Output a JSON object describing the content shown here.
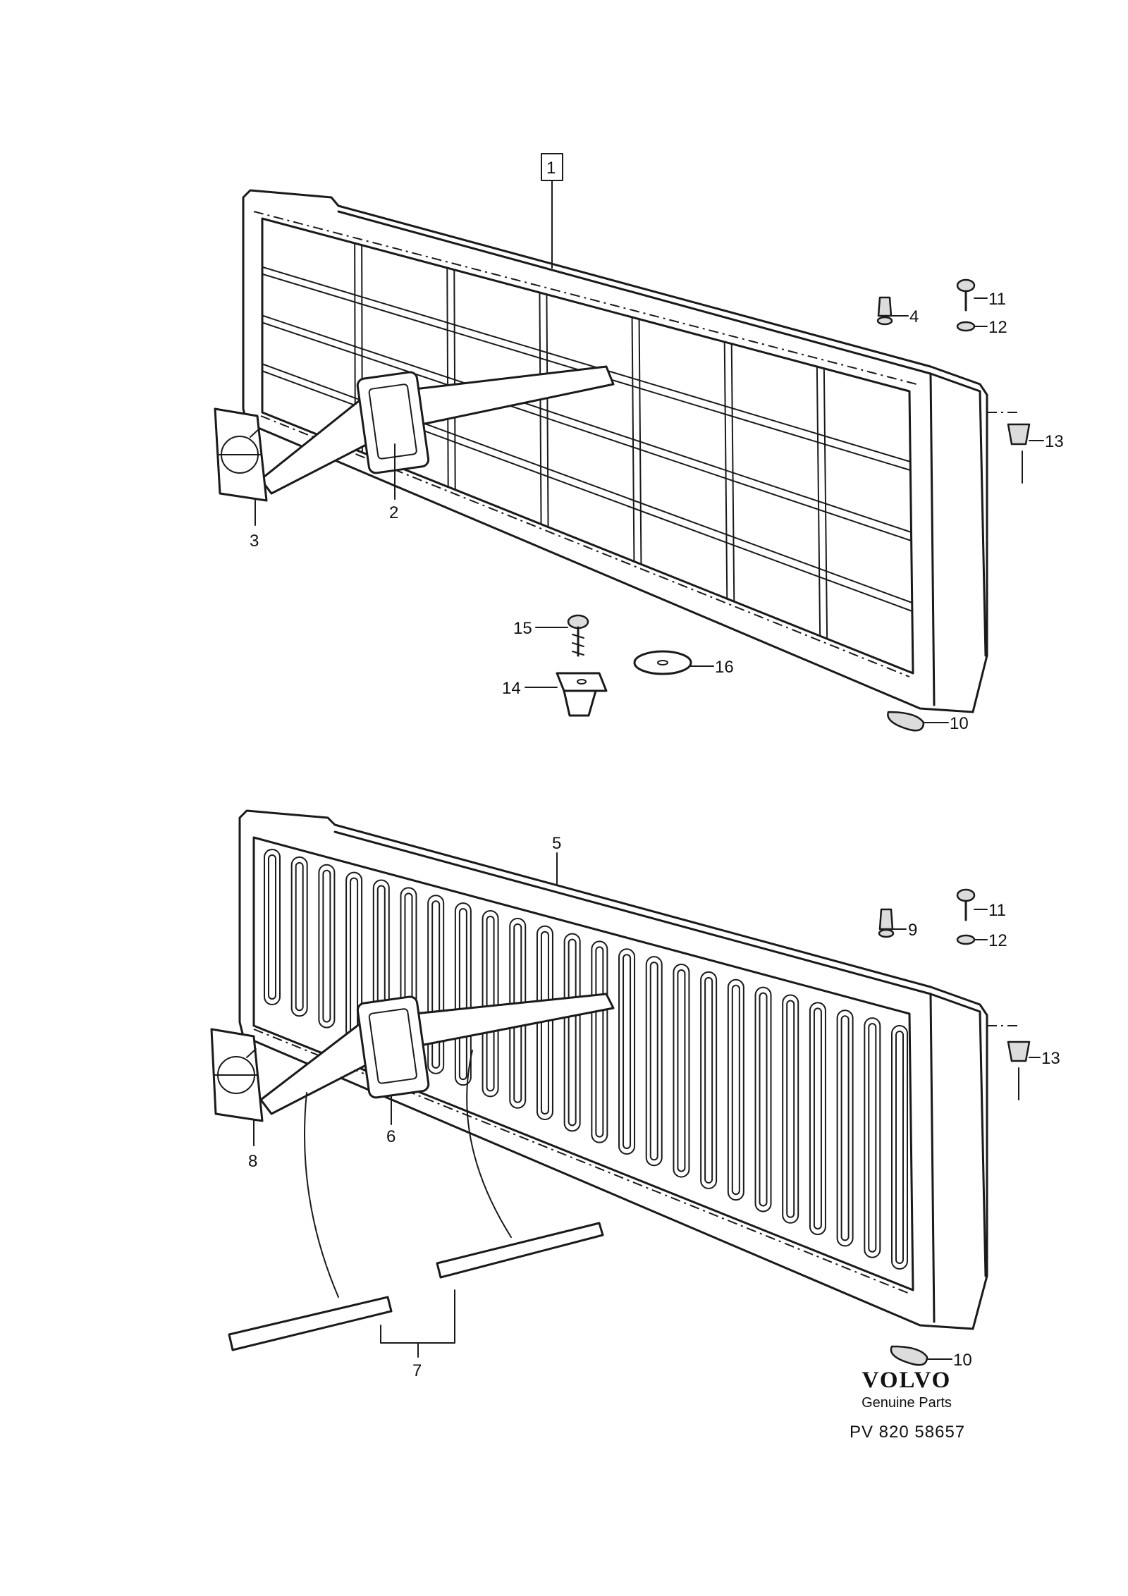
{
  "callouts": {
    "c1": "1",
    "c2": "2",
    "c3": "3",
    "c4": "4",
    "c5": "5",
    "c6": "6",
    "c7": "7",
    "c8": "8",
    "c9": "9",
    "c10a": "10",
    "c10b": "10",
    "c11a": "11",
    "c11b": "11",
    "c12a": "12",
    "c12b": "12",
    "c13a": "13",
    "c13b": "13",
    "c14": "14",
    "c15": "15",
    "c16": "16"
  },
  "brand": {
    "logo_text": "VOLVO",
    "subtitle": "Genuine Parts",
    "part_number": "PV  820 58657"
  }
}
